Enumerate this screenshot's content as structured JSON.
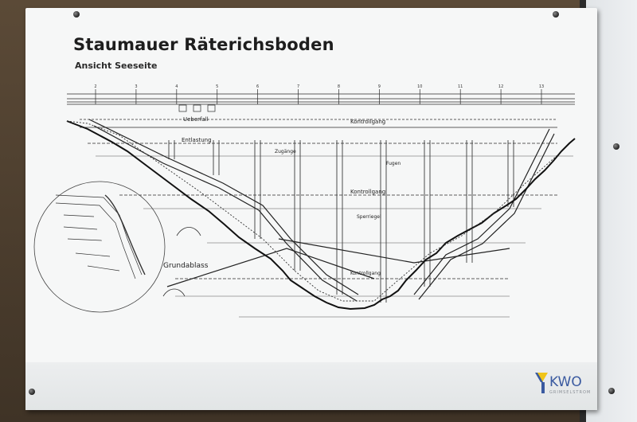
{
  "panel": {
    "title": "Staumauer Räterichsboden",
    "subtitle": "Ansicht Seeseite"
  },
  "drawing": {
    "labels": {
      "ueberfall": "Ueberfall",
      "kontrollgang": "Kontrollgang",
      "entlastung": "Entlastung",
      "zugaenge": "Zugänge",
      "fugen": "Fugen",
      "sperriegel": "Sperriegel",
      "grundablass": "Grundablass",
      "kontrollgang_mid": "Kontrollgang",
      "kontrollgang_low": "Kontrollgang"
    },
    "block_numbers": [
      "2",
      "3",
      "4",
      "5",
      "6",
      "7",
      "8",
      "9",
      "10",
      "11",
      "12",
      "13"
    ]
  },
  "logo": {
    "text": "KWO",
    "tagline": "GRIMSELSTROM"
  },
  "colors": {
    "board": "#f6f7f7",
    "ink": "#1e1e1e",
    "logo_blue": "#3a5aa0",
    "logo_yellow": "#f0c419"
  }
}
